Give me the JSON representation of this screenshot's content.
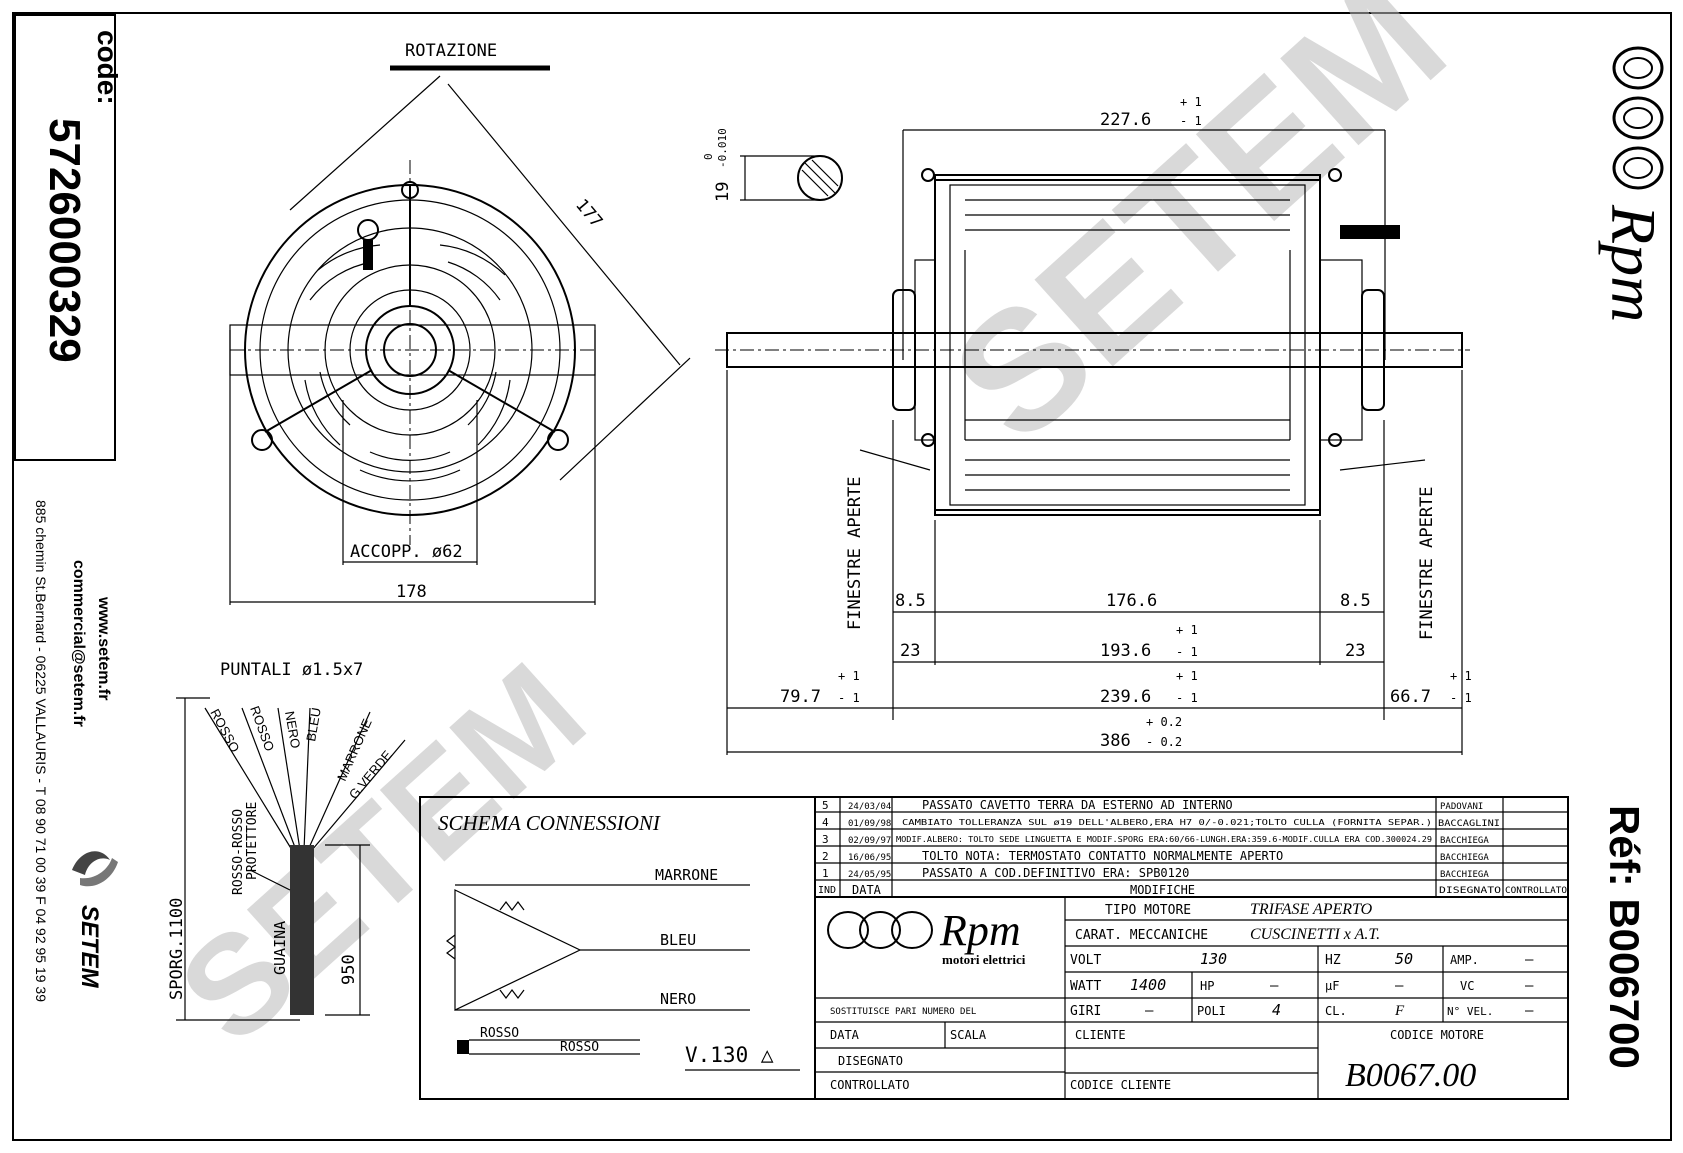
{
  "code_label": "code:",
  "code_value": "5726000329",
  "address": {
    "web": "www.setem.fr",
    "email": "commercial@setem.fr",
    "street": "885 chemin St.Bernard - 06225 VALLAURIS - T 08 90 71 00 39 F 04 92 95 19 39"
  },
  "brand": {
    "setem": "SETEM",
    "rpm": "Rpm",
    "rpm_sub": "motori elettrici",
    "watermark": "SETEM"
  },
  "ref": "Réf: B006700",
  "front_view": {
    "rotation": "ROTAZIONE",
    "dim_diag": "177",
    "coupling": "ACCOPP. ø62",
    "dim_width": "178"
  },
  "side_view": {
    "shaft_dia": "19",
    "shaft_tol_top": "0",
    "shaft_tol_bottom": "-0.010",
    "len_total_top": "227.6",
    "tol_plus1": "+ 1",
    "tol_minus1": "- 1",
    "dim_85_left": "8.5",
    "dim_1766": "176.6",
    "dim_85_right": "8.5",
    "dim_23_left": "23",
    "dim_1936": "193.6",
    "dim_23_right": "23",
    "dim_797": "79.7",
    "dim_2396": "239.6",
    "dim_667": "66.7",
    "dim_386": "386",
    "tol_plus02": "+ 0.2",
    "tol_minus02": "- 0.2",
    "windows_left": "FINESTRE APERTE",
    "windows_right": "FINESTRE APERTE"
  },
  "leads": {
    "tips": "PUNTALI ø1.5x7",
    "wires": [
      "ROSSO",
      "ROSSO",
      "NERO",
      "BLEU",
      "MARRONE",
      "G.VERDE"
    ],
    "protector": "ROSSO-ROSSO PROTETTORE",
    "sheath": "GUAINA",
    "overhang": "SPORG.1100",
    "length": "950"
  },
  "schema": {
    "title": "SCHEMA CONNESSIONI",
    "marrone": "MARRONE",
    "bleu": "BLEU",
    "nero": "NERO",
    "rosso_a": "ROSSO",
    "rosso_b": "ROSSO",
    "voltage": "V.130 △"
  },
  "revisions": {
    "rows": [
      {
        "ind": "5",
        "data": "24/03/04",
        "text": "PASSATO CAVETTO TERRA DA ESTERNO AD INTERNO",
        "by": "PADOVANI"
      },
      {
        "ind": "4",
        "data": "01/09/98",
        "text": "CAMBIATO TOLLERANZA SUL ø19 DELL'ALBERO,ERA H7 0/-0.021;TOLTO CULLA (FORNITA SEPAR.)",
        "by": "BACCAGLINI"
      },
      {
        "ind": "3",
        "data": "02/09/97",
        "text": "MODIF.ALBERO: TOLTO SEDE LINGUETTA E MODIF.SPORG ERA:60/66-LUNGH.ERA:359.6-MODIF.CULLA ERA COD.300024.29",
        "by": "BACCHIEGA"
      },
      {
        "ind": "2",
        "data": "16/06/95",
        "text": "TOLTO NOTA: TERMOSTATO CONTATTO NORMALMENTE APERTO",
        "by": "BACCHIEGA"
      },
      {
        "ind": "1",
        "data": "24/05/95",
        "text": "PASSATO A COD.DEFINITIVO ERA: SPB0120",
        "by": "BACCHIEGA"
      }
    ],
    "head_ind": "IND",
    "head_data": "DATA",
    "head_mod": "MODIFICHE",
    "head_dis": "DISEGNATO",
    "head_ctrl": "CONTROLLATO"
  },
  "title_block": {
    "tipo_label": "TIPO MOTORE",
    "tipo_value": "TRIFASE APERTO",
    "carat_label": "CARAT. MECCANICHE",
    "carat_value": "CUSCINETTI x A.T.",
    "volt_label": "VOLT",
    "volt_value": "130",
    "hz_label": "HZ",
    "hz_value": "50",
    "amp_label": "AMP.",
    "amp_value": "–",
    "watt_label": "WATT",
    "watt_value": "1400",
    "hp_label": "HP",
    "hp_value": "–",
    "uf_label": "µF",
    "uf_value": "–",
    "vc_label": "VC",
    "vc_value": "–",
    "giri_label": "GIRI",
    "giri_value": "–",
    "poli_label": "POLI",
    "poli_value": "4",
    "cl_label": "CL.",
    "cl_value": "F",
    "vel_label": "N° VEL.",
    "vel_value": "–",
    "sostituisce": "SOSTITUISCE PARI NUMERO DEL",
    "data": "DATA",
    "scala": "SCALA",
    "cliente": "CLIENTE",
    "disegnato": "DISEGNATO",
    "controllato": "CONTROLLATO",
    "codice_cliente": "CODICE CLIENTE",
    "codice_motore_label": "CODICE MOTORE",
    "codice_motore_value": "B0067.00"
  }
}
